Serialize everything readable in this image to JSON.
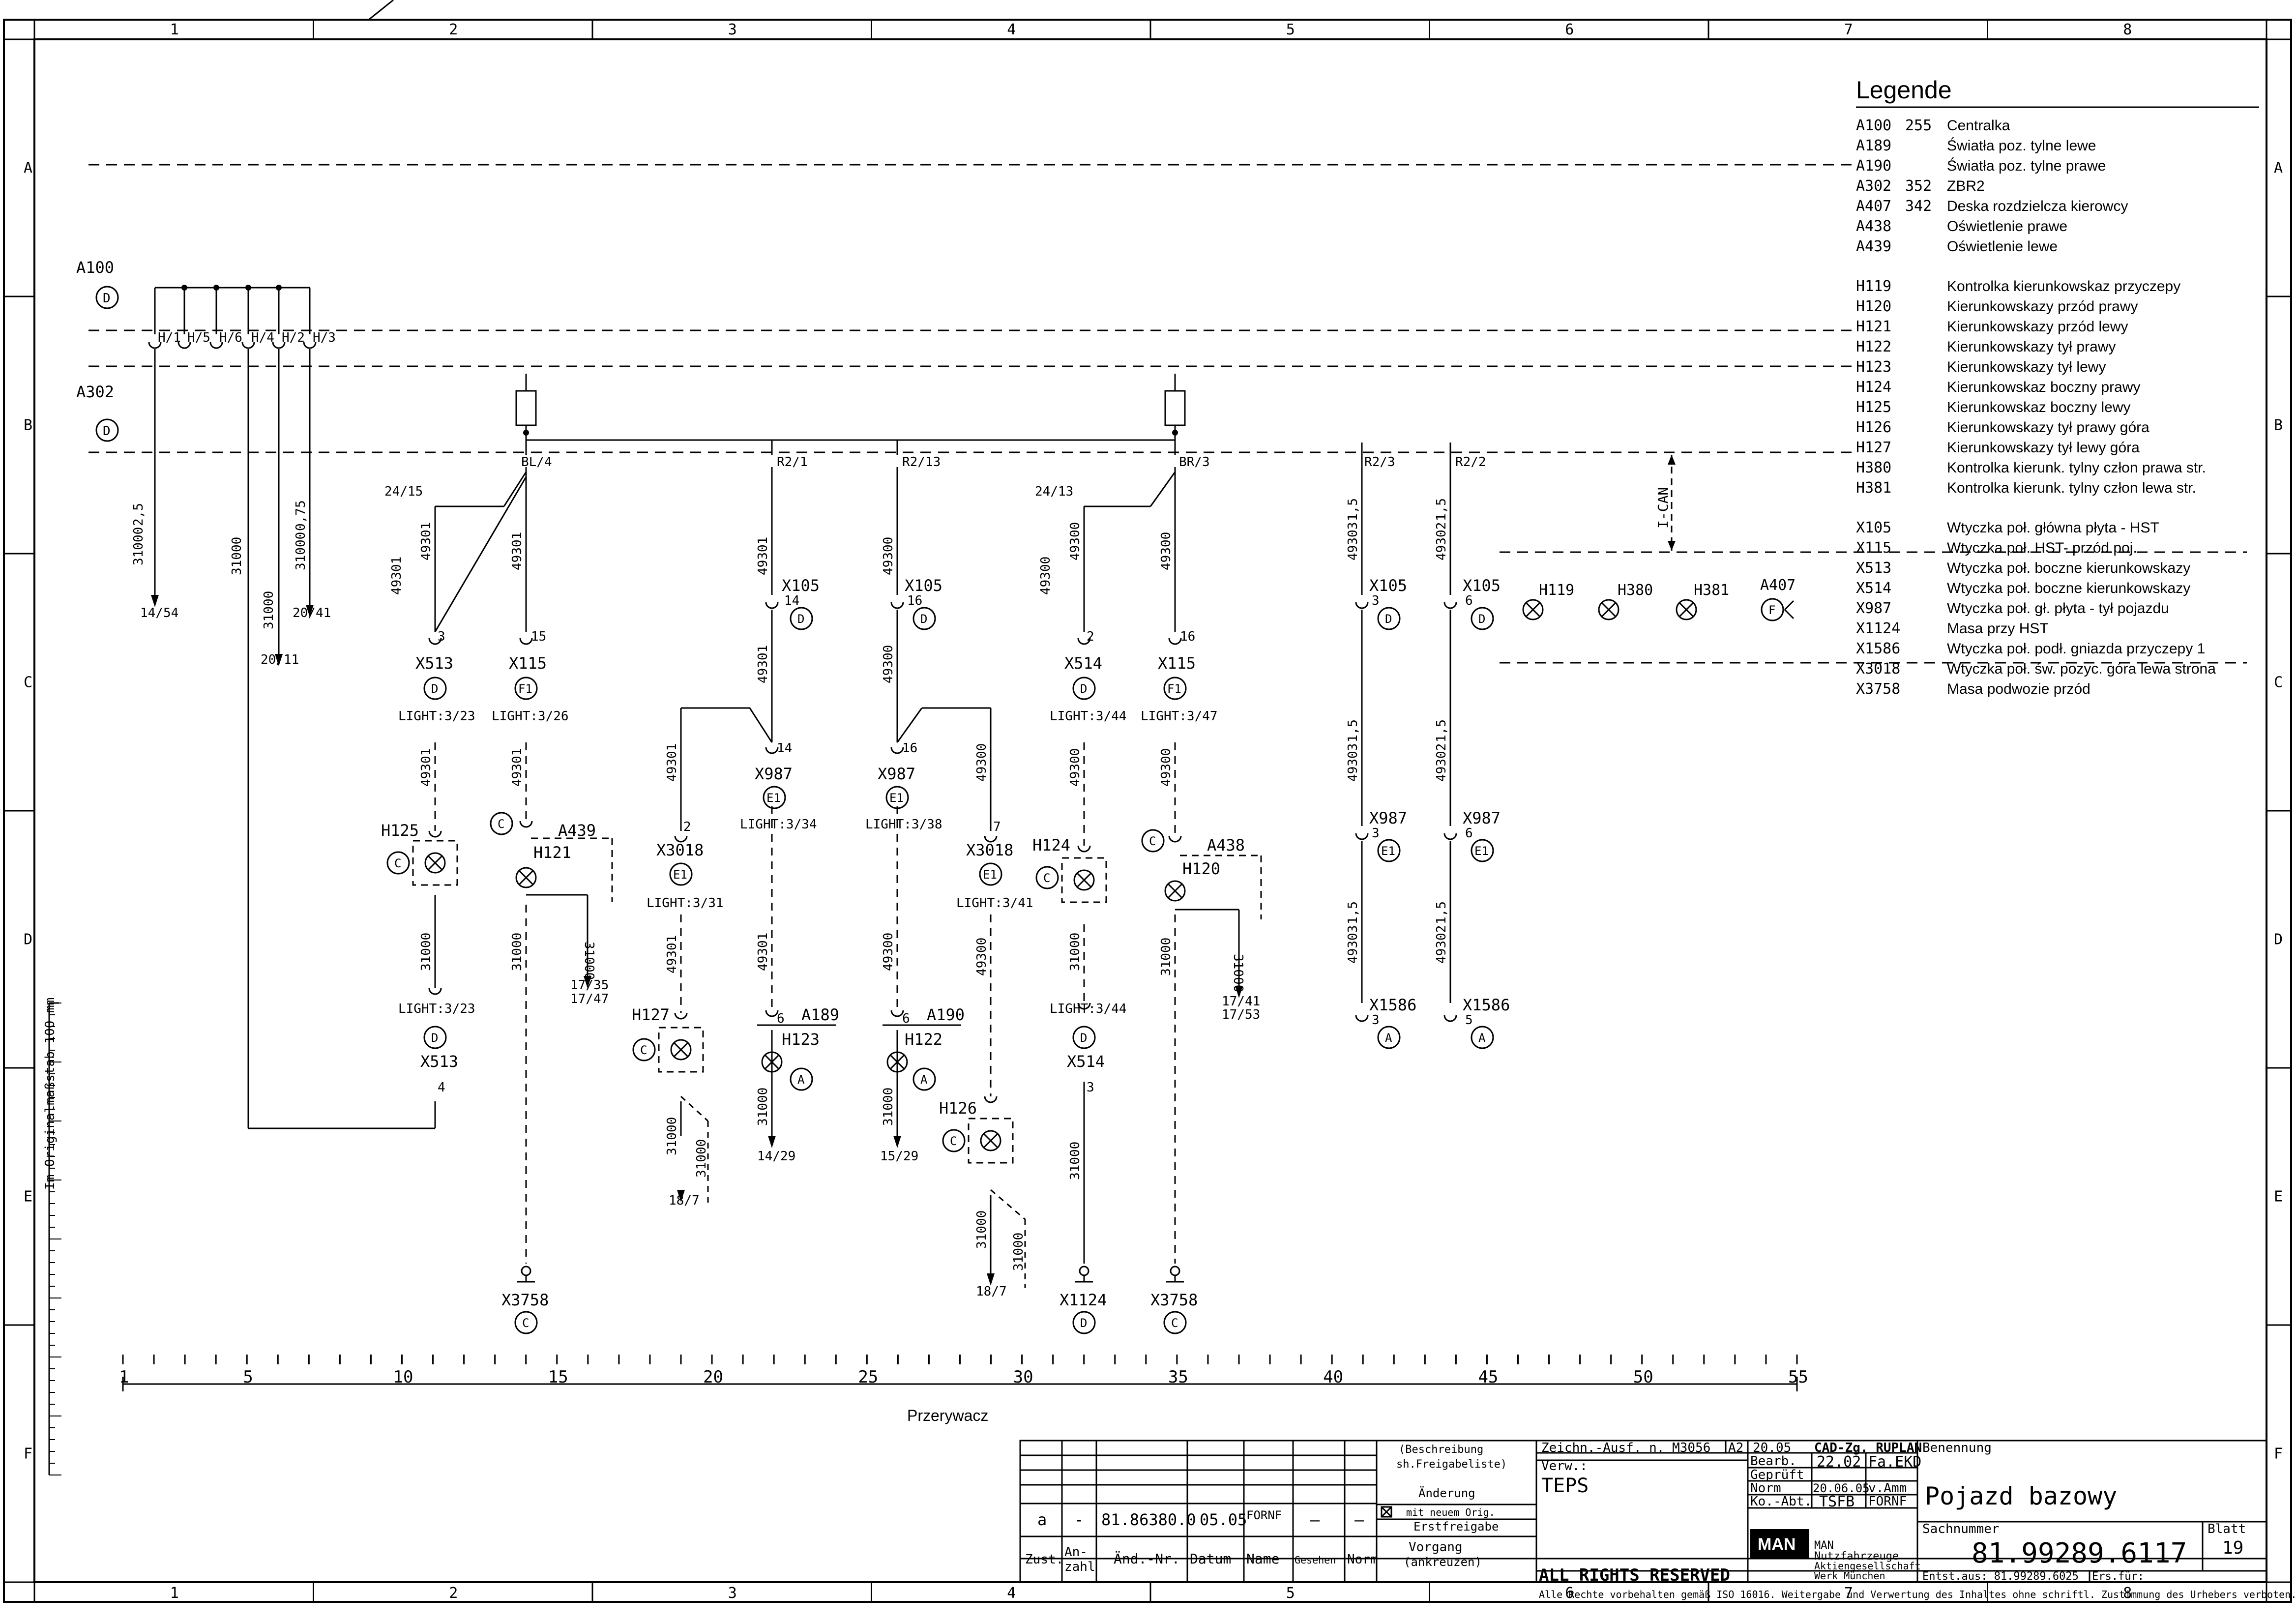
{
  "frame": {
    "columns": [
      "1",
      "2",
      "3",
      "4",
      "5",
      "6",
      "7",
      "8"
    ],
    "rows": [
      "A",
      "B",
      "C",
      "D",
      "E",
      "F"
    ]
  },
  "legend": {
    "title": "Legende",
    "groups": [
      [
        {
          "code": "A100",
          "page": "255",
          "text": "Centralka"
        },
        {
          "code": "A189",
          "page": "",
          "text": "Światła poz. tylne lewe"
        },
        {
          "code": "A190",
          "page": "",
          "text": "Światła poz. tylne prawe"
        },
        {
          "code": "A302",
          "page": "352",
          "text": "ZBR2"
        },
        {
          "code": "A407",
          "page": "342",
          "text": "Deska rozdzielcza kierowcy"
        },
        {
          "code": "A438",
          "page": "",
          "text": "Oświetlenie prawe"
        },
        {
          "code": "A439",
          "page": "",
          "text": "Oświetlenie lewe"
        }
      ],
      [
        {
          "code": "H119",
          "page": "",
          "text": "Kontrolka kierunkowskaz przyczepy"
        },
        {
          "code": "H120",
          "page": "",
          "text": "Kierunkowskazy przód prawy"
        },
        {
          "code": "H121",
          "page": "",
          "text": "Kierunkowskazy przód lewy"
        },
        {
          "code": "H122",
          "page": "",
          "text": "Kierunkowskazy tył prawy"
        },
        {
          "code": "H123",
          "page": "",
          "text": "Kierunkowskazy tył lewy"
        },
        {
          "code": "H124",
          "page": "",
          "text": "Kierunkowskaz boczny prawy"
        },
        {
          "code": "H125",
          "page": "",
          "text": "Kierunkowskaz boczny lewy"
        },
        {
          "code": "H126",
          "page": "",
          "text": "Kierunkowskazy tył prawy góra"
        },
        {
          "code": "H127",
          "page": "",
          "text": "Kierunkowskazy tył lewy góra"
        },
        {
          "code": "H380",
          "page": "",
          "text": "Kontrolka kierunk. tylny człon prawa str."
        },
        {
          "code": "H381",
          "page": "",
          "text": "Kontrolka kierunk. tylny człon lewa str."
        }
      ],
      [
        {
          "code": "X105",
          "page": "",
          "text": "Wtyczka poł. główna płyta - HST"
        },
        {
          "code": "X115",
          "page": "",
          "text": "Wtyczka poł. HST- przód poj."
        },
        {
          "code": "X513",
          "page": "",
          "text": "Wtyczka poł. boczne kierunkowskazy"
        },
        {
          "code": "X514",
          "page": "",
          "text": "Wtyczka poł. boczne kierunkowskazy"
        },
        {
          "code": "X987",
          "page": "",
          "text": "Wtyczka poł. gł. płyta - tył pojazdu"
        },
        {
          "code": "X1124",
          "page": "",
          "text": "Masa przy HST"
        },
        {
          "code": "X1586",
          "page": "",
          "text": "Wtyczka poł. podł. gniazda przyczepy 1"
        },
        {
          "code": "X3018",
          "page": "",
          "text": "Wtyczka poł. św. pozyc. góra lewa strona"
        },
        {
          "code": "X3758",
          "page": "",
          "text": "Masa podwozie przód"
        }
      ]
    ]
  },
  "modules": {
    "a100": {
      "name": "A100",
      "badge": "D"
    },
    "a302": {
      "name": "A302",
      "badge": "D"
    },
    "pins": [
      "H/1",
      "H/5",
      "H/6",
      "H/4",
      "H/2",
      "H/3"
    ],
    "icon": "I-CAN",
    "lamps": [
      "H119",
      "H380",
      "H381"
    ],
    "a407": {
      "name": "A407",
      "badge": "F"
    }
  },
  "wires": {
    "w1": [
      "31000",
      "2,5",
      "14/54"
    ],
    "w2": [
      "31000"
    ],
    "w3": [
      "31000",
      "20/11"
    ],
    "w4": [
      "31000",
      "0,75",
      "20/41"
    ]
  },
  "left": {
    "bl4": "BL/4",
    "ref1": "24/15",
    "w1": "49301",
    "w2": "49301",
    "w3": "49301",
    "x513": "X513",
    "x513pin": "3",
    "badgeD": "D",
    "x115": "X115",
    "x115pin": "15",
    "badgeF1": "F1",
    "light1": "LIGHT:3/23",
    "light2": "LIGHT:3/26",
    "h125": "H125",
    "h121": "H121",
    "a439": "A439",
    "c": "C",
    "pin3": "3",
    "p31000": "31000",
    "ref2": "17/35",
    "ref3": "17/47",
    "light3": "LIGHT:3/23",
    "x513b": "X513",
    "pin4": "4",
    "x3758": "X3758"
  },
  "mid1": {
    "r21": "R2/1",
    "w49301": "49301",
    "x105": "X105",
    "pin14": "14",
    "d": "D",
    "x987": "X987",
    "e1": "E1",
    "light": "LIGHT:3/34",
    "pin2": "2",
    "x3018": "X3018",
    "light31": "LIGHT:3/31",
    "h127": "H127",
    "h123": "H123",
    "a189": "A189",
    "pin6": "6",
    "a": "A",
    "c": "C",
    "ref1": "14/29",
    "ref2": "18/7",
    "p31000": "31000"
  },
  "mid2": {
    "r213": "R2/13",
    "w49300": "49300",
    "x105": "X105",
    "pin16": "16",
    "d": "D",
    "x987": "X987",
    "e1": "E1",
    "light": "LIGHT:3/38",
    "pin7": "7",
    "x3018": "X3018",
    "light41": "LIGHT:3/41",
    "h122": "H122",
    "a190": "A190",
    "h126": "H126",
    "pin6": "6",
    "a": "A",
    "c": "C",
    "ref1": "15/29",
    "ref2": "18/7",
    "p31000": "31000"
  },
  "right": {
    "br3": "BR/3",
    "ref1": "24/13",
    "w49300": "49300",
    "x514": "X514",
    "pin2": "2",
    "d": "D",
    "x115": "X115",
    "pin16": "16",
    "f1": "F1",
    "light44": "LIGHT:3/44",
    "light47": "LIGHT:3/47",
    "h124": "H124",
    "h120": "H120",
    "a438": "A438",
    "c": "C",
    "pin3": "3",
    "p31000": "31000",
    "ref2": "17/41",
    "ref3": "17/53",
    "x514b": "X514",
    "x1124": "X1124",
    "x3758": "X3758"
  },
  "far": {
    "r23": "R2/3",
    "r22": "R2/2",
    "w49303": "49303",
    "w49302": "49302",
    "cs": "1,5",
    "x105": "X105",
    "x987": "X987",
    "x1586": "X1586",
    "pin3": "3",
    "pin6": "6",
    "pin5": "5",
    "d": "D",
    "e1": "E1",
    "a": "A"
  },
  "scale": {
    "labels": [
      "1",
      "5",
      "10",
      "15",
      "20",
      "25",
      "30",
      "35",
      "40",
      "45",
      "50",
      "55"
    ],
    "caption": "Przerywacz",
    "side_text": "Im Originalmaßstab 100 mm"
  },
  "titleblock": {
    "zeichn": "Zeichn.-Ausf. n. M3056",
    "a2": "A2",
    "date1": "20.05",
    "cad": "CAD-Zg. RUPLAN",
    "benennung_label": "Benennung",
    "verw_label": "Verw.:",
    "verw_value": "TEPS",
    "bearb_label": "Bearb.",
    "bearb_date": "22.02",
    "bearb_name": "Fa.EKD",
    "gepruft_label": "Geprüft",
    "norm_label": "Norm",
    "norm_date": "20.06.05",
    "norm_name": "v.Amm",
    "ko_abt_label": "Ko.-Abt.",
    "ko_abt_value": "TSFB",
    "ko_abt_name": "FORNF",
    "title": "Pojazd bazowy",
    "sachnummer_label": "Sachnummer",
    "sachnummer": "81.99289.6117",
    "blatt_label": "Blatt",
    "blatt": "19",
    "entst": "Entst.aus: 81.99289.6025",
    "ersfur": "Ers.für:",
    "rights": "ALL RIGHTS RESERVED",
    "rights_note": "Alle Rechte vorbehalten gemäß ISO 16016. Weitergabe und Verwertung des Inhaltes ohne schriftl. Zustimmung des Urhebers verboten.",
    "man_logo": "MAN",
    "man_lines": [
      "MAN",
      "Nutzfahrzeuge",
      "Aktiengesellschaft",
      "Werk München"
    ],
    "change_row": {
      "zust": "a",
      "anzahl": "-",
      "aend_nr": "81.86380.0",
      "datum": "05.05",
      "name": "FORNF",
      "gesehen": "—",
      "norm": "—"
    },
    "col_headers": {
      "zust": "Zust.",
      "anzahl": "An-\nzahl",
      "aend_nr": "Änd.-Nr.",
      "datum": "Datum",
      "name": "Name",
      "gesehen": "Gesehen",
      "norm": "Norm"
    },
    "side_notes": {
      "beschreibung": "(Beschreibung",
      "freigabeliste": "sh.Freigabeliste)",
      "aenderung": "Änderung",
      "mit_neuem": "mit neuem Orig.",
      "erstfreigabe": "Erstfreigabe",
      "vorgang": "Vorgang",
      "ankreuzen": "(ankreuzen)"
    }
  }
}
